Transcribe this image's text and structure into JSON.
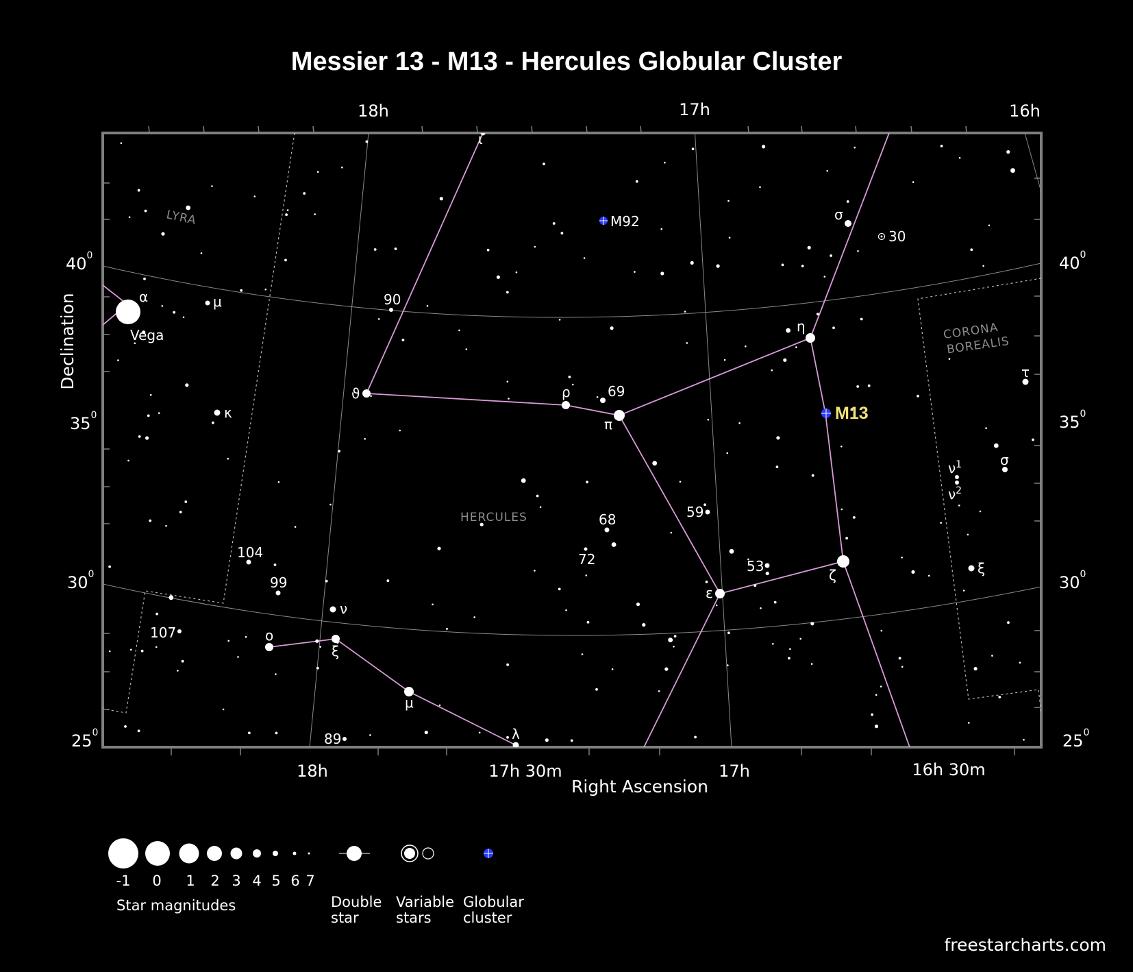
{
  "title": "Messier 13 - M13 - Hercules Globular Cluster",
  "axes": {
    "x_label": "Right Ascension",
    "y_label": "Declination",
    "ra_top_ticks": [
      "18h",
      "17h",
      "16h"
    ],
    "ra_bottom_ticks": [
      "18h",
      "17h 30m",
      "17h",
      "16h 30m"
    ],
    "dec_ticks": [
      {
        "deg": "40",
        "sup": "0"
      },
      {
        "deg": "35",
        "sup": "0"
      },
      {
        "deg": "30",
        "sup": "0"
      },
      {
        "deg": "25",
        "sup": "0"
      }
    ]
  },
  "constellations": [
    "Lyra",
    "Hercules",
    "Corona Borealis"
  ],
  "stars": {
    "vega_greek": "α",
    "vega_name": "Vega",
    "lyra_mu": "μ",
    "lyra_kappa": "κ",
    "her_90": "90",
    "her_theta": "ϑ",
    "her_rho": "ρ",
    "her_69": "69",
    "her_pi": "π",
    "her_eta": "η",
    "her_sigma": "σ",
    "her_30": "30",
    "her_iota": "ι",
    "her_59": "59",
    "her_68": "68",
    "her_72": "72",
    "her_53": "53",
    "her_epsilon": "ε",
    "her_zeta": "ζ",
    "her_104": "104",
    "her_99": "99",
    "her_nu": "ν",
    "her_107": "107",
    "her_omicron": "ο",
    "her_xi": "ξ",
    "her_mu": "μ",
    "her_lambda": "λ",
    "her_89": "89",
    "crb_tau": "τ",
    "crb_nu1": "ν",
    "crb_nu1_sup": "1",
    "crb_nu2": "ν",
    "crb_nu2_sup": "2",
    "crb_sigma": "σ",
    "crb_xi": "ξ"
  },
  "deep_sky": {
    "m92": "M92",
    "m13": "M13"
  },
  "legend": {
    "magnitudes": [
      "-1",
      "0",
      "1",
      "2",
      "3",
      "4",
      "5",
      "6",
      "7"
    ],
    "magnitudes_label": "Star magnitudes",
    "double_star": [
      "Double",
      "star"
    ],
    "variable_stars": [
      "Variable",
      "stars"
    ],
    "globular_cluster": [
      "Globular",
      "cluster"
    ]
  },
  "credit": "freestarcharts.com",
  "colors": {
    "background": "#000000",
    "frame": "#7f7f7f",
    "constellation_line": "#d79ad7",
    "grid": "#8a8a8a",
    "cluster": "#2a3bff",
    "m13_label": "#f2e27a"
  }
}
